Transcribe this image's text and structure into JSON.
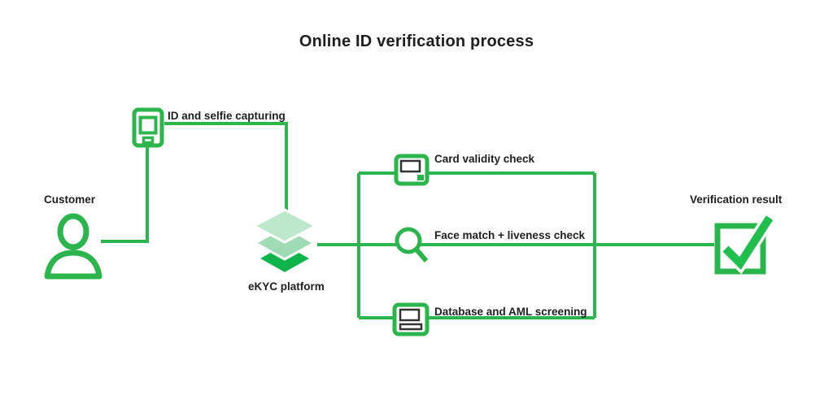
{
  "title": "Online ID verification process",
  "actor": {
    "label": "Customer"
  },
  "capture": {
    "label": "ID and selfie capturing"
  },
  "platform": {
    "label": "eKYC platform"
  },
  "checks": [
    {
      "label": "Card validity check"
    },
    {
      "label": "Face match + liveness check"
    },
    {
      "label": "Database and AML screening"
    }
  ],
  "result": {
    "label": "Verification result"
  },
  "colors": {
    "line_green": "#2DB54D",
    "icon_green": "#1FBE4D",
    "layer_top": "#BDE8CC",
    "layer_middle": "#9FDCB5",
    "layer_bottom": "#0FB44C",
    "text": "#1F1F1F",
    "background": "#FFFFFF"
  }
}
